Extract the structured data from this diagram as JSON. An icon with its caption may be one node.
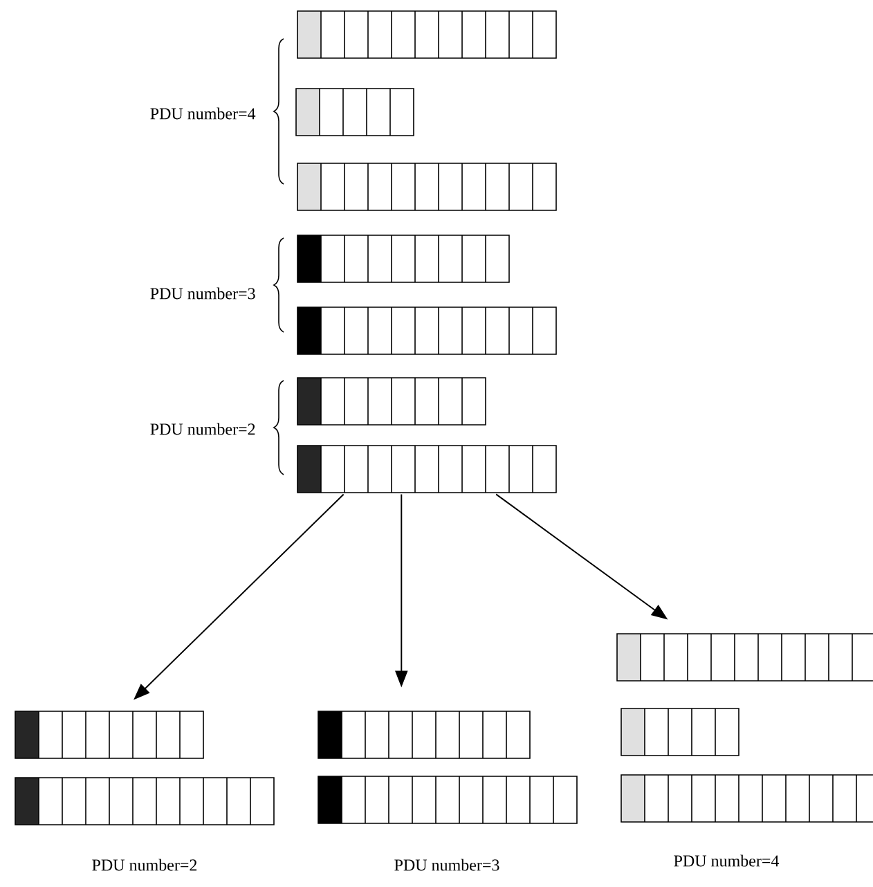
{
  "diagram": {
    "nodes": [
      {
        "text": [],
        "shape": "bar"
      },
      {
        "text": [
          "PDU number=2"
        ]
      },
      {
        "text": [
          "PDU number=3"
        ]
      },
      {
        "text": [
          "PDU number=4"
        ]
      }
    ],
    "edges": [
      {
        "from": 0,
        "to": 1,
        "arrow": "to"
      },
      {
        "from": 0,
        "to": 2,
        "arrow": "to"
      },
      {
        "from": 0,
        "to": 3,
        "arrow": "to"
      }
    ],
    "labels": [
      "PDU number=4",
      "PDU number=3",
      "PDU number=2"
    ]
  }
}
